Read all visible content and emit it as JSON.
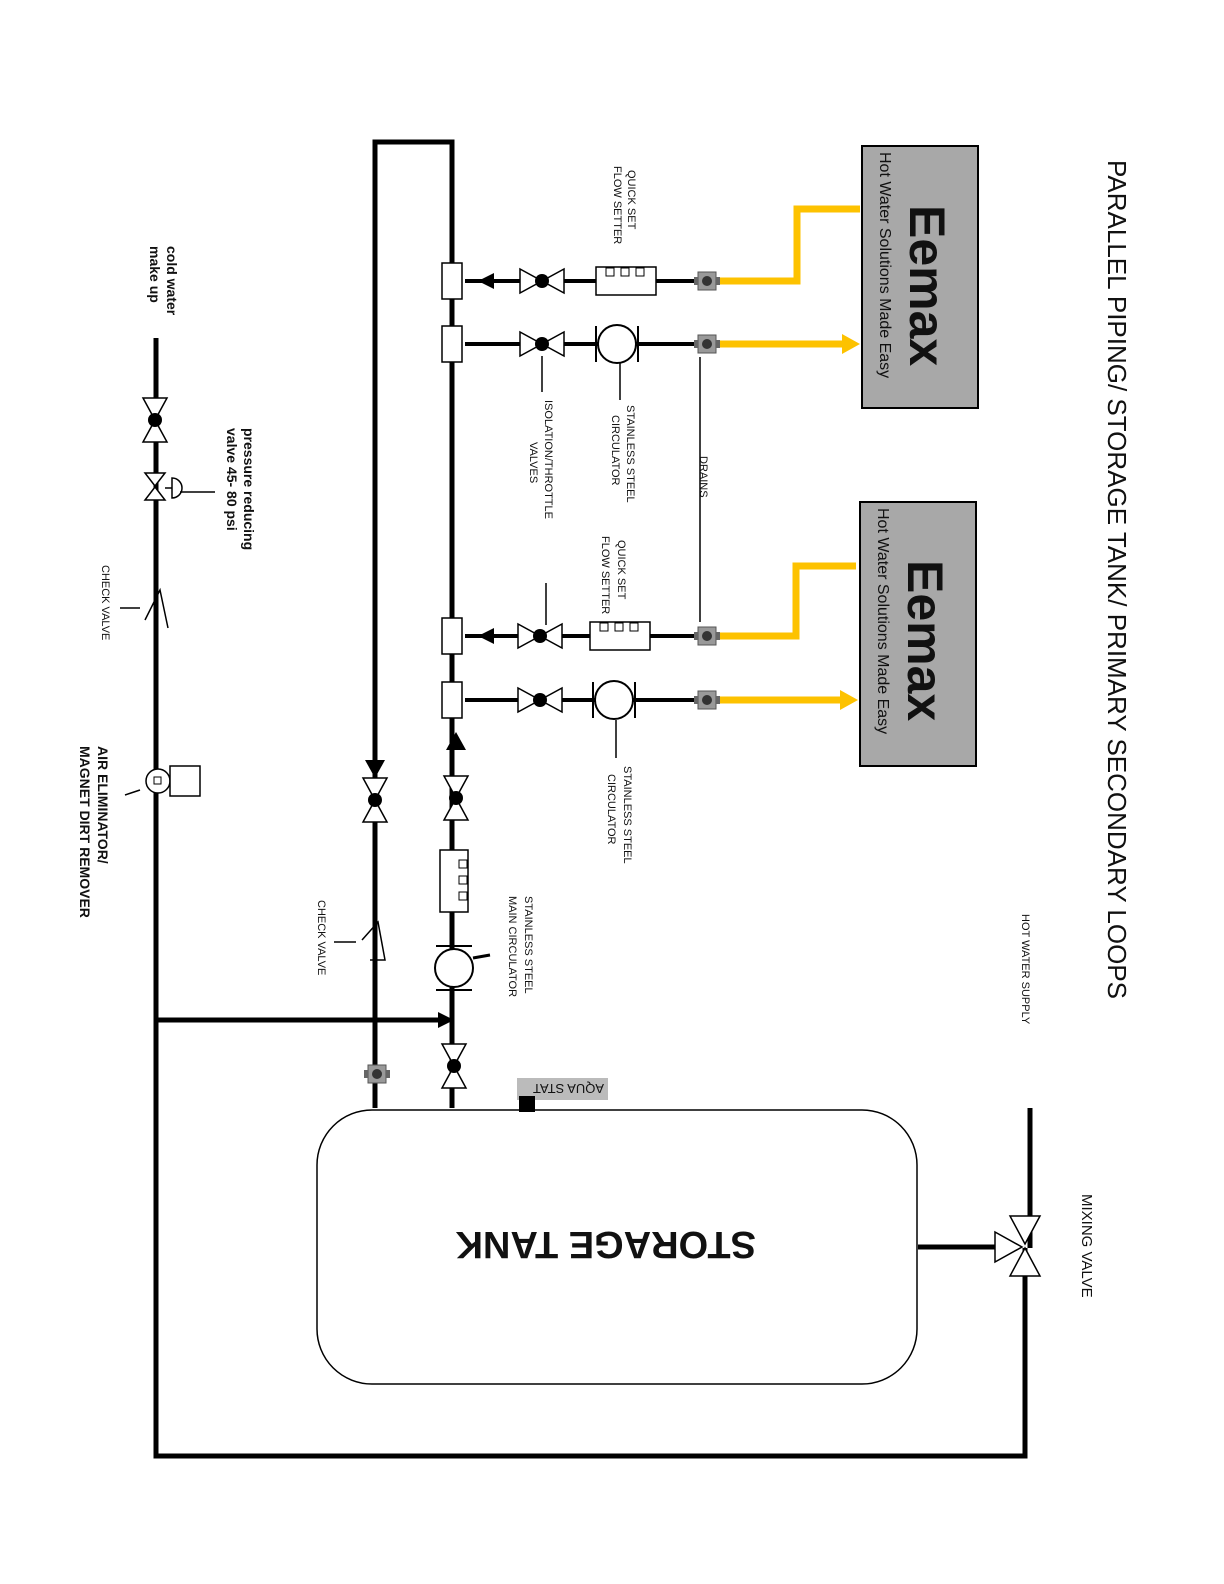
{
  "title": "PARALLEL PIPING/ STORAGE TANK/ PRIMARY SECONDARY LOOPS",
  "heater1": {
    "brand": "Eemax",
    "tagline": "Hot Water Solutions Made Easy"
  },
  "heater2": {
    "brand": "Eemax",
    "tagline": "Hot Water Solutions Made Easy"
  },
  "labels": {
    "quick_set_1_line1": "QUICK SET",
    "quick_set_1_line2": "FLOW SETTER",
    "quick_set_2_line1": "QUICK SET",
    "quick_set_2_line2": "FLOW SETTER",
    "circulator_1_line1": "STAINLESS STEEL",
    "circulator_1_line2": "CIRCULATOR",
    "circulator_2_line1": "STAINLESS STEEL",
    "circulator_2_line2": "CIRCULATOR",
    "drains": "DRAINS",
    "isolation_line1": "ISOLATION/THROTTLE",
    "isolation_line2": "VALVES",
    "main_circ_line1": "STAINLESS STEEL",
    "main_circ_line2": "MAIN  CIRCULATOR",
    "hot_water_supply": "HOT WATER SUPPLY",
    "mixing_valve": "MIXING VALVE",
    "aqua_stat": "AQUA STAT",
    "storage_tank": "STORAGE TANK",
    "check_valve_1": "CHECK VALVE",
    "check_valve_2": "CHECK VALVE",
    "cold_water_line1": "cold water",
    "cold_water_line2": "make up",
    "prv_line1": "pressure reducing",
    "prv_line2": "valve 45- 80 psi",
    "air_elim_line1": "AIR ELIMINATOR/",
    "air_elim_line2": "MAGNET DIRT REMOVER"
  },
  "colors": {
    "pipe": "#000000",
    "heater_pipe": "#FDC200",
    "heater_box": "#a8a8a8",
    "tank_fill": "#ffffff"
  }
}
